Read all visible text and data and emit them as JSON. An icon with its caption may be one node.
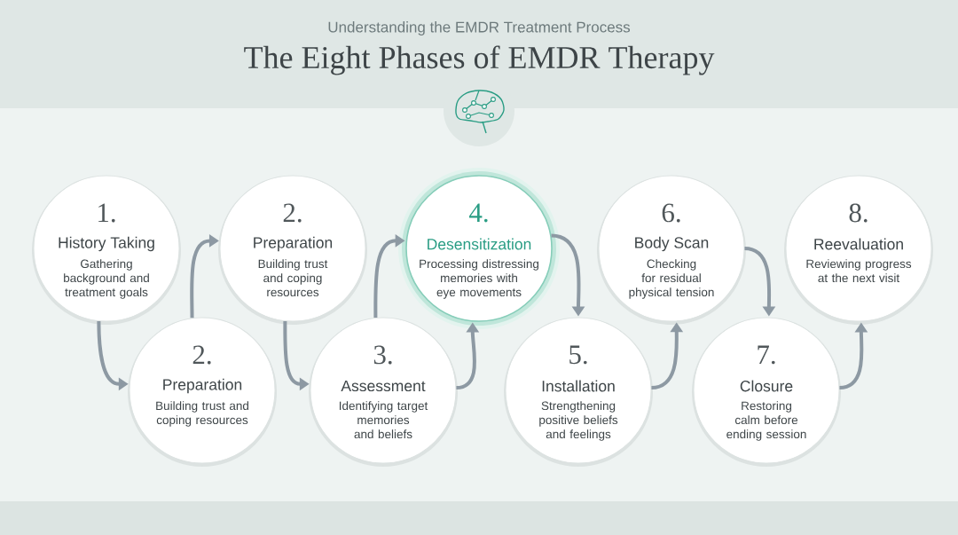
{
  "diagram": {
    "title": "The Eight Phases of EMDR Therapy",
    "nodes": [
      {
        "text": [
          "1.",
          "History Taking",
          "Gathering background and treatment goals"
        ]
      },
      {
        "text": [
          "2.",
          "Preparation",
          "Building trust and coping resources"
        ]
      },
      {
        "text": [
          "2.",
          "Preparation",
          "Building trust and coping resources"
        ]
      },
      {
        "text": [
          "3.",
          "Assessment",
          "Identifying target memories and beliefs"
        ]
      },
      {
        "text": [
          "4.",
          "Desensitization",
          "Processing distressing memories with eye movements"
        ]
      },
      {
        "text": [
          "5.",
          "Installation",
          "Strengthening positive beliefs and feelings"
        ]
      },
      {
        "text": [
          "6.",
          "Body Scan",
          "Checking for residual physical tension"
        ]
      },
      {
        "text": [
          "7.",
          "Closure",
          "Restoring calm before ending session"
        ]
      },
      {
        "text": [
          "8.",
          "Reevaluation",
          "Reviewing progress at the next visit"
        ]
      }
    ],
    "edges": [
      {
        "from": 0,
        "to": 1,
        "arrow": "to"
      },
      {
        "from": 1,
        "to": 2,
        "arrow": "to"
      },
      {
        "from": 2,
        "to": 3,
        "arrow": "to"
      },
      {
        "from": 3,
        "to": 4,
        "arrow": "to"
      },
      {
        "from": 3,
        "to": 4,
        "arrow": "to"
      },
      {
        "from": 4,
        "to": 5,
        "arrow": "to"
      },
      {
        "from": 5,
        "to": 6,
        "arrow": "to"
      },
      {
        "from": 6,
        "to": 7,
        "arrow": "to"
      },
      {
        "from": 7,
        "to": 8,
        "arrow": "to"
      }
    ],
    "labels": [
      "Understanding the EMDR Treatment Process"
    ]
  }
}
